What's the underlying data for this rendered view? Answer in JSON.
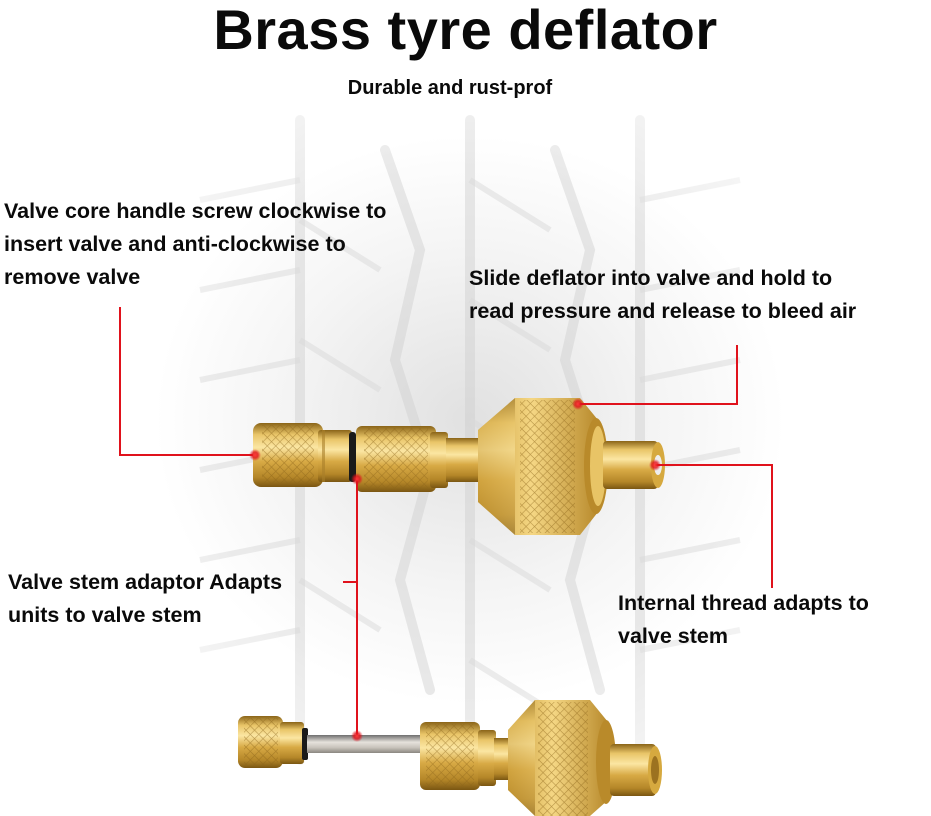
{
  "header": {
    "title": "Brass tyre deflator",
    "subtitle": "Durable and rust-prof"
  },
  "callouts": [
    {
      "id": "valve-core-handle",
      "lines": [
        "Valve core handle screw clockwise to",
        "insert valve and anti-clockwise to",
        "remove valve"
      ]
    },
    {
      "id": "slide-deflator",
      "lines": [
        "Slide deflator into valve and hold to",
        "read pressure and release to bleed air"
      ]
    },
    {
      "id": "valve-stem-adaptor",
      "lines": [
        "Valve stem adaptor Adapts",
        "units to valve stem"
      ]
    },
    {
      "id": "internal-thread",
      "lines": [
        "Internal thread adapts to",
        "valve stem"
      ]
    }
  ],
  "colors": {
    "leader_line": "#e0121c",
    "brass_light": "#f3d27a",
    "brass_mid": "#d6a93f",
    "brass_dark": "#9c7220",
    "background": "#ffffff",
    "tread": "#d9d9d9"
  },
  "products": [
    {
      "label": "assembled-deflator"
    },
    {
      "label": "deflator-with-extension-stem"
    }
  ]
}
